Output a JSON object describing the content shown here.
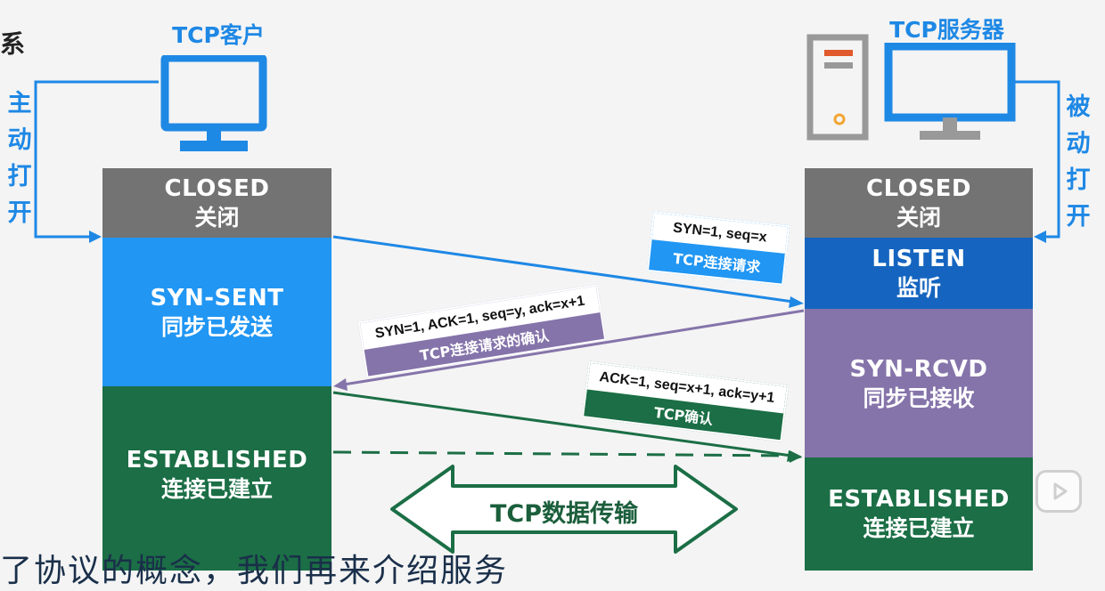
{
  "title_fragment": "系",
  "client": {
    "title": "TCP客户",
    "open_label": "主动打开",
    "states": {
      "closed": {
        "en": "CLOSED",
        "zh": "关闭"
      },
      "syn_sent": {
        "en": "SYN-SENT",
        "zh": "同步已发送"
      },
      "established": {
        "en": "ESTABLISHED",
        "zh": "连接已建立"
      }
    }
  },
  "server": {
    "title": "TCP服务器",
    "open_label": "被动打开",
    "states": {
      "closed": {
        "en": "CLOSED",
        "zh": "关闭"
      },
      "listen": {
        "en": "LISTEN",
        "zh": "监听"
      },
      "syn_rcvd": {
        "en": "SYN-RCVD",
        "zh": "同步已接收"
      },
      "established": {
        "en": "ESTABLISHED",
        "zh": "连接已建立"
      }
    }
  },
  "messages": {
    "syn": {
      "fields": "SYN=1, seq=x",
      "desc": "TCP连接请求"
    },
    "syn_ack": {
      "fields": "SYN=1,  ACK=1,  seq=y, ack=x+1",
      "desc": "TCP连接请求的确认"
    },
    "ack": {
      "fields": "ACK=1,  seq=x+1, ack=y+1",
      "desc": "TCP确认"
    }
  },
  "data_transfer": {
    "label": "TCP数据传输"
  },
  "subtitle": "了协议的概念，我们再来介绍服务",
  "colors": {
    "blue": "#1e88e5",
    "closed_gray": "#737373",
    "listen_blue": "#1565c0",
    "syn_sent_blue": "#2196f3",
    "purple": "#8574aa",
    "green": "#1b6e45"
  },
  "icons": [
    "monitor-icon",
    "server-tower-icon",
    "bilibili-tv-icon"
  ]
}
